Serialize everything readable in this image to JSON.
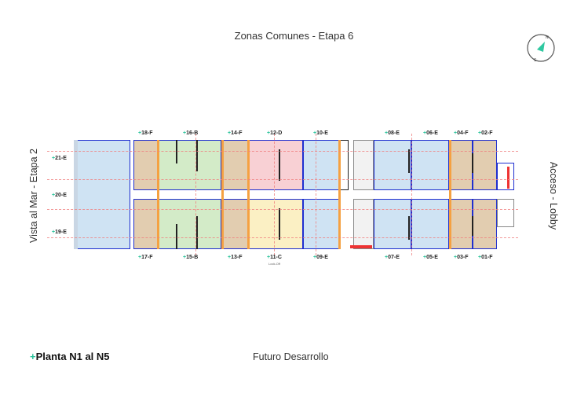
{
  "title": "Zonas Comunes - Etapa 6",
  "left_label": "Vista al Mar - Etapa 2",
  "right_label": "Acceso - Lobby",
  "plan_label": {
    "plus": "+",
    "text": "Planta N1 al N5"
  },
  "future_label": "Futuro Desarrollo",
  "lock_off": "Lock-Off",
  "compass": {
    "n": "N",
    "s": "S",
    "accent": "#2fc8a0"
  },
  "colors": {
    "type_F": "#e2cdb0",
    "type_B": "#d3ebc8",
    "type_D": "#f8d0d4",
    "type_C": "#fbf0c4",
    "type_E": "#cfe3f3",
    "plus": "#27c29a",
    "walls": "#1f2fd0"
  },
  "units_top": [
    "18-F",
    "16-B",
    "14-F",
    "12-D",
    "10-E",
    "08-E",
    "06-E",
    "04-F",
    "02-F"
  ],
  "units_bottom": [
    "17-F",
    "15-B",
    "13-F",
    "11-C",
    "09-E",
    "07-E",
    "05-E",
    "03-F",
    "01-F"
  ],
  "units_left": [
    "21-E",
    "20-E",
    "19-E"
  ]
}
